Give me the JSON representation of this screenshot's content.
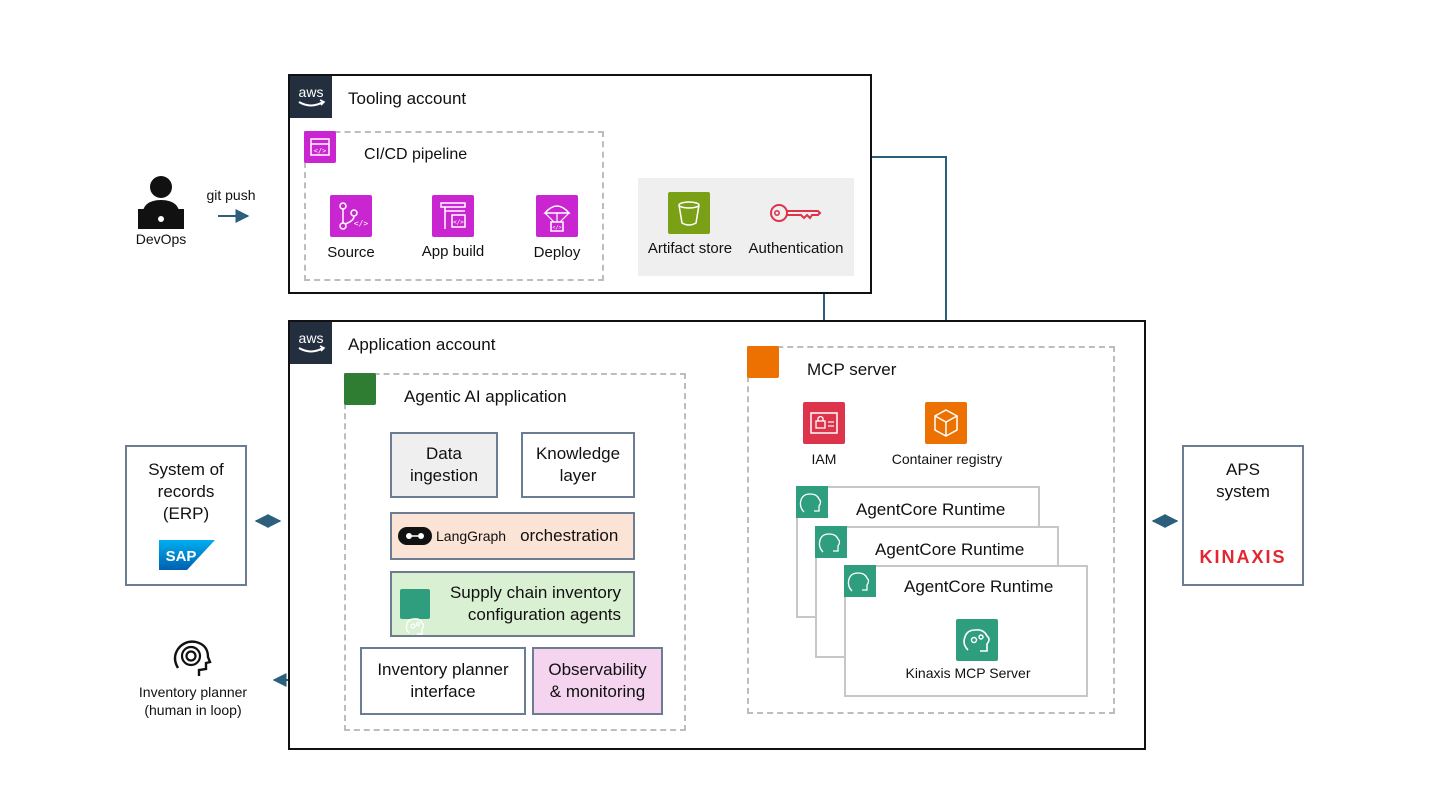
{
  "devops": {
    "label": "DevOps",
    "action": "git push"
  },
  "tooling": {
    "title": "Tooling account",
    "pipeline": {
      "title": "CI/CD pipeline",
      "stages": [
        {
          "label": "Source"
        },
        {
          "label": "App build"
        },
        {
          "label": "Deploy"
        }
      ]
    },
    "services": [
      {
        "label": "Artifact store"
      },
      {
        "label": "Authentication"
      }
    ]
  },
  "application": {
    "title": "Application account",
    "agentic": {
      "title": "Agentic AI application",
      "data_ingestion": "Data\ningestion",
      "knowledge_layer": "Knowledge\nlayer",
      "langgraph_brand": "LangGraph",
      "orchestration": "orchestration",
      "agents": "Supply chain inventory\nconfiguration agents",
      "planner_interface": "Inventory planner\ninterface",
      "observability": "Observability\n& monitoring"
    },
    "mcp": {
      "title": "MCP server",
      "iam": "IAM",
      "registry": "Container registry",
      "runtimes": [
        "AgentCore Runtime",
        "AgentCore Runtime",
        "AgentCore Runtime"
      ],
      "kinaxis_server": "Kinaxis MCP Server"
    }
  },
  "erp": {
    "title": "System of\nrecords\n(ERP)",
    "logo": "SAP"
  },
  "aps": {
    "title": "APS\nsystem",
    "logo": "KINAXIS"
  },
  "planner": {
    "label": "Inventory planner\n(human in loop)"
  },
  "colors": {
    "arrow": "#2c5f7c",
    "devtools": "#c925d1",
    "storage": "#7aa116",
    "security": "#dd344c",
    "compute": "#ed7100",
    "ml": "#2f9e7f",
    "aws_dark": "#232f3e",
    "kinaxis": "#e3262f"
  }
}
